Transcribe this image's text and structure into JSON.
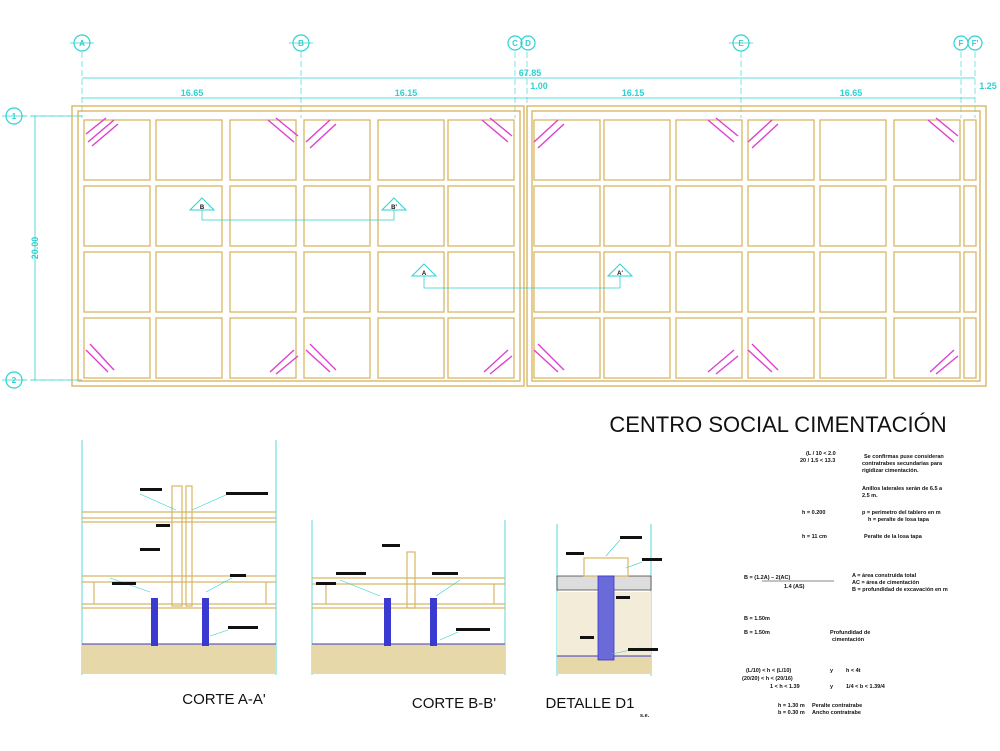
{
  "title": "CENTRO SOCIAL CIMENTACIÓN",
  "axes_columns": [
    "A",
    "B",
    "C",
    "D",
    "E",
    "F",
    "F'"
  ],
  "axes_rows": [
    "1",
    "2"
  ],
  "dimensions": {
    "total": "67.85",
    "spans": [
      "16.65",
      "16.15",
      "1.00",
      "16.15",
      "16.65",
      "1.25"
    ],
    "height": "20.00"
  },
  "section_markers": {
    "a": "A",
    "a_prime": "A'",
    "b": "B",
    "b_prime": "B'"
  },
  "section_titles": {
    "a": "CORTE A-A'",
    "b": "CORTE B-B'",
    "d": "DETALLE D1",
    "d_scale": "s.e."
  },
  "notes": {
    "n1a": "(L / 10 < 2.0",
    "n1b": "20 / 1.5 < 13.3",
    "n2a": "Se confirmas puse consideran",
    "n2b": "contratrabes secundarias para",
    "n2c": "rigidizar cimentación.",
    "n3a": "Anillos laterales serán de 6.5 a",
    "n3b": "2.5 m.",
    "n4a": "h = 0.200",
    "n4b": "p = perimetro del tablero en m",
    "n4c": "h = peralte de losa tapa",
    "n5a": "h = 11 cm",
    "n5b": "Peralte de la losa tapa",
    "f1": "B = (1.2A) – 2(AC)",
    "f2": "1.4 (AS)",
    "f3a": "A = área construida total",
    "f3b": "AC = área de cimentación",
    "f3c": "B = profundidad de excavación en m",
    "r1": "B = 1.50m",
    "r2": "B = 1.50m",
    "r3a": "Profundidad de",
    "r3b": "cimentación",
    "c1a": "(L/10) < h < (L/10)",
    "c1b": "(20/20) < h < (20/16)",
    "c1c": "1 < h < 1.39",
    "c2a": "y",
    "c2b": "h < 4t",
    "c2c": "y",
    "c2d": "1/4 < b < 1.39/4",
    "h1a": "h = 1.30 m",
    "h1b": "Peralte contratrabe",
    "h2a": "b = 0.30 m",
    "h2b": "Ancho contratrabe"
  },
  "colors": {
    "beam": "#d8b665",
    "dim": "#2fd1d1",
    "magenta": "#e040d0",
    "pile": "#3a3ad0",
    "soil": "#e6d8a8"
  }
}
